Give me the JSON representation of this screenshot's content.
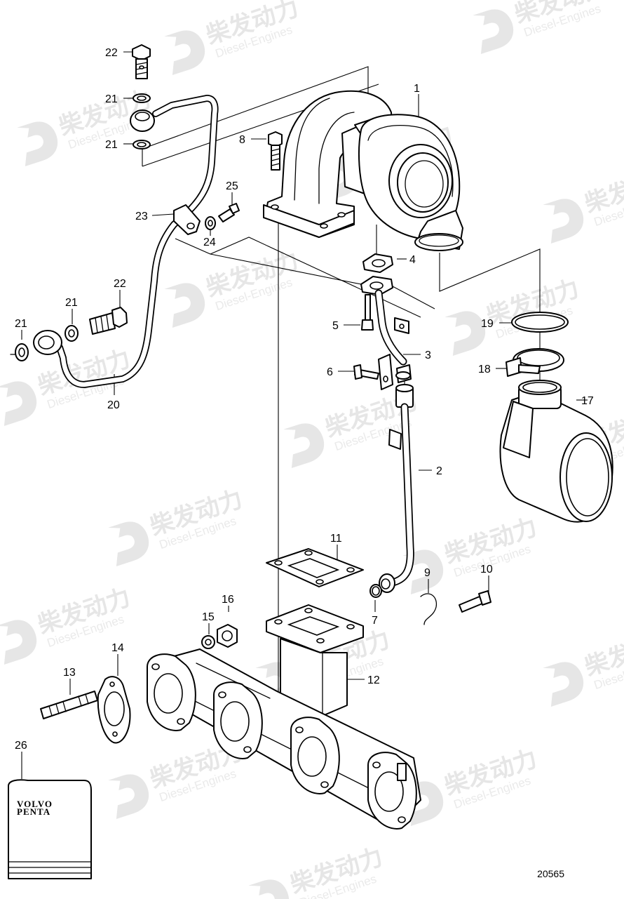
{
  "watermark": {
    "cn_text": "柴发动力",
    "en_text": "Diesel-Engines",
    "logo_icon": "diesel-engines-d-logo-icon",
    "color": "#e6e6e6"
  },
  "drawing_number": "20565",
  "kit_box": {
    "brand_line1": "VOLVO",
    "brand_line2": "PENTA"
  },
  "callouts": [
    {
      "id": "1",
      "label": "1"
    },
    {
      "id": "2",
      "label": "2"
    },
    {
      "id": "3",
      "label": "3"
    },
    {
      "id": "4",
      "label": "4"
    },
    {
      "id": "5",
      "label": "5"
    },
    {
      "id": "6",
      "label": "6"
    },
    {
      "id": "7",
      "label": "7"
    },
    {
      "id": "8",
      "label": "8"
    },
    {
      "id": "9",
      "label": "9"
    },
    {
      "id": "10",
      "label": "10"
    },
    {
      "id": "11",
      "label": "11"
    },
    {
      "id": "12",
      "label": "12"
    },
    {
      "id": "13",
      "label": "13"
    },
    {
      "id": "14",
      "label": "14"
    },
    {
      "id": "15",
      "label": "15"
    },
    {
      "id": "16",
      "label": "16"
    },
    {
      "id": "17",
      "label": "17"
    },
    {
      "id": "18",
      "label": "18"
    },
    {
      "id": "19",
      "label": "19"
    },
    {
      "id": "20",
      "label": "20"
    },
    {
      "id": "21a",
      "label": "21"
    },
    {
      "id": "21b",
      "label": "21"
    },
    {
      "id": "21c",
      "label": "21"
    },
    {
      "id": "21d",
      "label": "21"
    },
    {
      "id": "22a",
      "label": "22"
    },
    {
      "id": "22b",
      "label": "22"
    },
    {
      "id": "23",
      "label": "23"
    },
    {
      "id": "24",
      "label": "24"
    },
    {
      "id": "25",
      "label": "25"
    },
    {
      "id": "26",
      "label": "26"
    }
  ]
}
